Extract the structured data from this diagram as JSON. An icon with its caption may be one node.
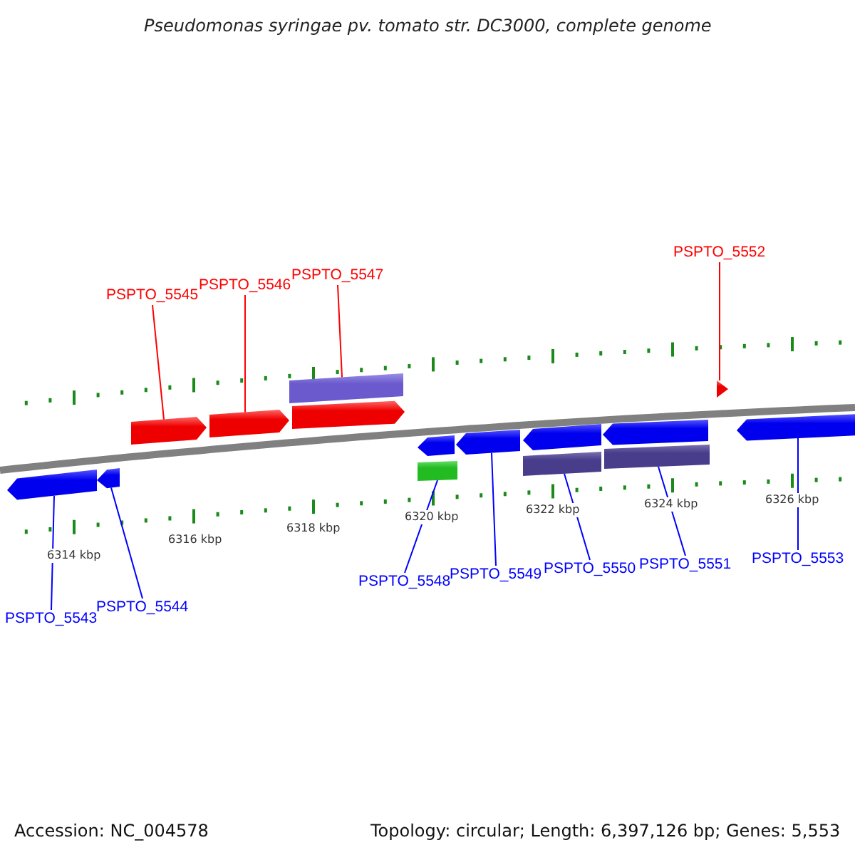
{
  "diagram": {
    "title": "Pseudomonas syringae pv. tomato str. DC3000, complete genome",
    "nodes": [
      {
        "text": [
          "PSPTO_5545"
        ]
      },
      {
        "text": [
          "PSPTO_5546"
        ]
      },
      {
        "text": [
          "PSPTO_5547"
        ]
      },
      {
        "text": [
          "PSPTO_5552"
        ]
      },
      {
        "text": [
          "PSPTO_5543"
        ]
      },
      {
        "text": [
          "PSPTO_5544"
        ]
      },
      {
        "text": [
          "PSPTO_5548"
        ]
      },
      {
        "text": [
          "PSPTO_5549"
        ]
      },
      {
        "text": [
          "PSPTO_5550"
        ]
      },
      {
        "text": [
          "PSPTO_5551"
        ]
      },
      {
        "text": [
          "PSPTO_5553"
        ]
      },
      {
        "text": [],
        "shape": "arrow"
      },
      {
        "text": [],
        "shape": "arrow"
      },
      {
        "text": [],
        "shape": "arrow"
      },
      {
        "text": [],
        "shape": "arrow"
      },
      {
        "text": [],
        "shape": "bar"
      },
      {
        "text": [],
        "shape": "arrow"
      },
      {
        "text": [],
        "shape": "arrow"
      },
      {
        "text": [],
        "shape": "bar"
      },
      {
        "text": [],
        "shape": "arrow"
      },
      {
        "text": [],
        "shape": "arrow"
      },
      {
        "text": [],
        "shape": "bar"
      },
      {
        "text": [],
        "shape": "arrow"
      },
      {
        "text": [],
        "shape": "bar"
      },
      {
        "text": [],
        "shape": "triangle"
      },
      {
        "text": [],
        "shape": "arrow"
      }
    ],
    "edges": [
      {
        "from": 0,
        "to": 13,
        "arrow": "none",
        "color": "#ff0000"
      },
      {
        "from": 1,
        "to": 14,
        "arrow": "none",
        "color": "#ff0000"
      },
      {
        "from": 2,
        "to": 15,
        "arrow": "none",
        "color": "#ff0000"
      },
      {
        "from": 3,
        "to": 24,
        "arrow": "none",
        "color": "#ff0000"
      },
      {
        "from": 4,
        "to": 11,
        "arrow": "none"
      },
      {
        "from": 5,
        "to": 12,
        "arrow": "none"
      },
      {
        "from": 6,
        "to": 18,
        "arrow": "none"
      },
      {
        "from": 7,
        "to": 19,
        "arrow": "none"
      },
      {
        "from": 8,
        "to": 21,
        "arrow": "none"
      },
      {
        "from": 9,
        "to": 23,
        "arrow": "none"
      },
      {
        "from": 10,
        "to": 25,
        "arrow": "none"
      }
    ],
    "labels": [
      "6314 kbp",
      "6316 kbp",
      "6318 kbp",
      "6320 kbp",
      "6322 kbp",
      "6324 kbp",
      "6326 kbp",
      "Accession: NC_004578",
      "Topology: circular; Length: 6,397,126 bp; Genes: 5,553"
    ]
  }
}
